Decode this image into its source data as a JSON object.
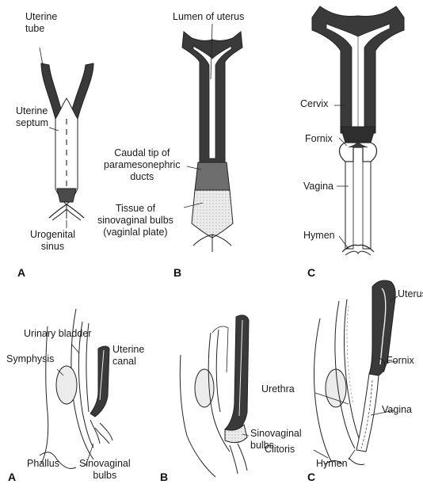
{
  "top": {
    "panel_a": {
      "letter": "A",
      "labels": {
        "uterine_tube": "Uterine\ntube",
        "uterine_septum": "Uterine\nseptum",
        "urogenital_sinus": "Urogenital\nsinus"
      }
    },
    "panel_b": {
      "letter": "B",
      "labels": {
        "lumen_of_uterus": "Lumen of uterus",
        "caudal_tip": "Caudal tip of\nparamesonephric\nducts",
        "tissue_sinovaginal": "Tissue of\nsinovaginal bulbs\n(vaginlal plate)"
      }
    },
    "panel_c": {
      "letter": "C",
      "labels": {
        "cervix": "Cervix",
        "fornix": "Fornix",
        "vagina": "Vagina",
        "hymen": "Hymen"
      }
    }
  },
  "bottom": {
    "panel_a": {
      "letter": "A",
      "labels": {
        "urinary_bladder": "Urinary bladder",
        "symphysis": "Symphysis",
        "uterine_canal": "Uterine\ncanal",
        "phallus": "Phallus",
        "sinovaginal_bulbs": "Sinovaginal\nbulbs"
      }
    },
    "panel_b": {
      "letter": "B",
      "labels": {
        "sinovaginal_bulbs": "Sinovaginal\nbulbs"
      }
    },
    "panel_c": {
      "letter": "C",
      "labels": {
        "uterus": "Uterus",
        "fornix": "Fornix",
        "urethra": "Urethra",
        "vagina": "Vagina",
        "clitoris": "Clitoris",
        "hymen": "Hymen"
      }
    }
  },
  "colors": {
    "tissue_dark": "#3a3a3a",
    "tissue_mid": "#6e6e6e",
    "bulb_light": "#e6e6e6",
    "outline": "#222222",
    "background": "#ffffff"
  }
}
